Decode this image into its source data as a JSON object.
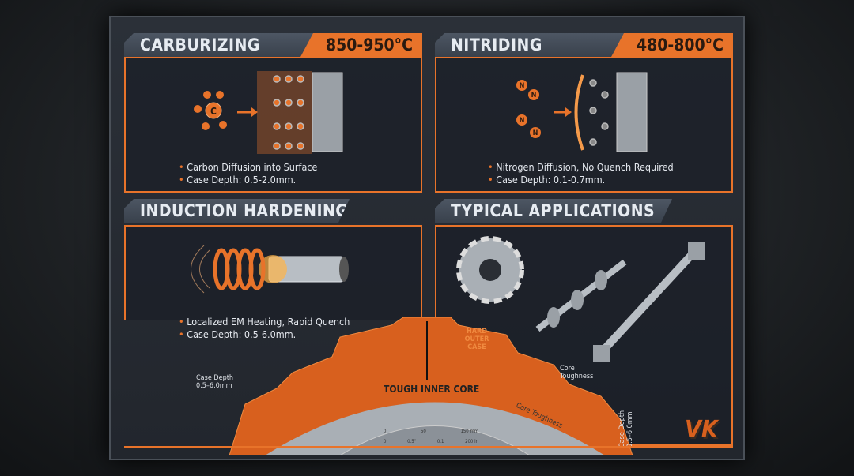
{
  "carburizing": {
    "title": "CARBURIZING",
    "temp": "850-950°C",
    "bullets": [
      "Carbon Diffusion into Surface",
      "Case Depth: 0.5-2.0mm."
    ]
  },
  "nitriding": {
    "title": "NITRIDING",
    "temp": "480-800°C",
    "bullets": [
      "Nitrogen Diffusion, No Quench Required",
      "Case Depth: 0.1-0.7mm."
    ]
  },
  "induction": {
    "title": "INDUCTION HARDENING",
    "bullets": [
      "Localized EM Heating, Rapid Quench",
      "Case Depth: 0.5-6.0mm."
    ]
  },
  "applications": {
    "title": "TYPICAL APPLICATIONS"
  },
  "gear": {
    "hard_outer_case": "HARD OUTER CASE",
    "tough_inner_core": "TOUGH INNER CORE",
    "core_toughness": "Core Toughness",
    "core_toughness_2": "Core Toughness",
    "case_depth_left": "Case Depth 0.5–6.0mm",
    "case_depth_right": "Case Depth 0.5–6.0mm",
    "scale_top": [
      "0",
      "50",
      "150 mm"
    ],
    "scale_bottom": [
      "0",
      "0.5\"",
      "0.1",
      "200 in"
    ]
  },
  "molecules": {
    "carbon": "C",
    "nitrogen": "N"
  },
  "logo": "VK",
  "colors": {
    "accent": "#e8732a",
    "panel": "#1f242c",
    "header": "#46505c"
  }
}
